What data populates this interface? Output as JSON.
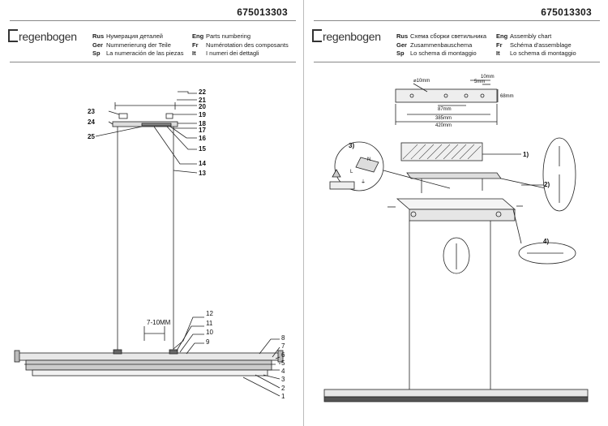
{
  "brand": "regenbogen",
  "left": {
    "product_number": "675013303",
    "legend_col1": [
      {
        "code": "Rus",
        "text": "Нумерация деталей"
      },
      {
        "code": "Ger",
        "text": "Nummerierung der Teile"
      },
      {
        "code": "Sp",
        "text": "La numeración de las piezas"
      }
    ],
    "legend_col2": [
      {
        "code": "Eng",
        "text": "Parts numbering"
      },
      {
        "code": "Fr",
        "text": "Numérotation des composants"
      },
      {
        "code": "It",
        "text": "I numeri dei dettagli"
      }
    ],
    "part_numbers": [
      "22",
      "21",
      "20",
      "19",
      "18",
      "17",
      "16",
      "15",
      "14",
      "13",
      "23",
      "24",
      "25",
      "12",
      "11",
      "10",
      "9",
      "8",
      "7",
      "6",
      "5",
      "4",
      "3",
      "2",
      "1"
    ],
    "dimension_label": "7-10MM"
  },
  "right": {
    "product_number": "675013303",
    "legend_col1": [
      {
        "code": "Rus",
        "text": "Схема сборки светильника"
      },
      {
        "code": "Ger",
        "text": "Zusammenbauschema"
      },
      {
        "code": "Sp",
        "text": "Lo schema di montaggio"
      }
    ],
    "legend_col2": [
      {
        "code": "Eng",
        "text": "Assembly chart"
      },
      {
        "code": "Fr",
        "text": "Schéma d'assemblage"
      },
      {
        "code": "It",
        "text": "Lo schema di montaggio"
      }
    ],
    "dimensions": {
      "hole_dia": "⌀10mm",
      "d10": "10mm",
      "d5": "5mm",
      "d68": "68mm",
      "d87": "87mm",
      "d385": "385mm",
      "d420": "420mm"
    },
    "steps": [
      "1)",
      "2)",
      "3)",
      "4)"
    ],
    "terminal_n": "N",
    "terminal_l": "L",
    "earth": "⏚"
  }
}
